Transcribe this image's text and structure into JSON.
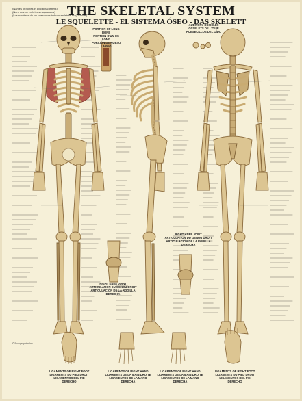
{
  "poster": {
    "title": "THE SKELETAL SYSTEM",
    "subtitle": "LE SQUELETTE - EL SISTEMA ÓSEO - DAS SKELETT",
    "note_lines": [
      "(Names of bones in all capital letters)",
      "(Nom des os en lettres majuscules)",
      "(Los nombres de los huesos se indican en letras mayúsculas)"
    ],
    "copyright": "© Eurographics Inc."
  },
  "labels": {
    "long_bone": [
      "PORTION OF LONG BONE",
      "PORTION D'UN OS LONG",
      "PORCIÓN DE HUESO LARGO"
    ],
    "ossicles": [
      "AUDITORY OSSICLES",
      "OSSELETS DE L'OUÏE",
      "HUESECILLOS DEL OÍDO"
    ],
    "right_knee_front": [
      "RIGHT KNEE JOINT",
      "ARTICULATION DU GENOU DROIT",
      "ARTICULACIÓN DE LA RODILLA DERECHA"
    ],
    "right_knee_back": [
      "RIGHT KNEE JOINT",
      "ARTICULATION DU GENOU DROIT",
      "ARTICULACIÓN DE LA RODILLA DERECHA"
    ],
    "right_foot_dorsal": [
      "LIGAMENTS OF RIGHT FOOT",
      "LIGAMENTS DU PIED DROIT",
      "LIGAMENTOS DEL PIE DERECHO"
    ],
    "right_hand_dorsal": [
      "LIGAMENTS OF RIGHT HAND",
      "LIGAMENTS DE LA MAIN DROITE",
      "LIGAMENTOS DE LA MANO DERECHA"
    ],
    "right_hand_palmar": [
      "LIGAMENTS OF RIGHT HAND",
      "LIGAMENTS DE LA MAIN DROITE",
      "LIGAMENTOS DE LA MANO DERECHA"
    ],
    "right_foot_plantar": [
      "LIGAMENTS OF RIGHT FOOT",
      "LIGAMENTS DU PIED DROIT",
      "LIGAMENTOS DEL PIE DERECHO"
    ]
  },
  "colors": {
    "paper": "#f6f0d8",
    "bone": "#dcc592",
    "bone_edge": "#8a6a3c",
    "muscle": "#b45b4f"
  }
}
